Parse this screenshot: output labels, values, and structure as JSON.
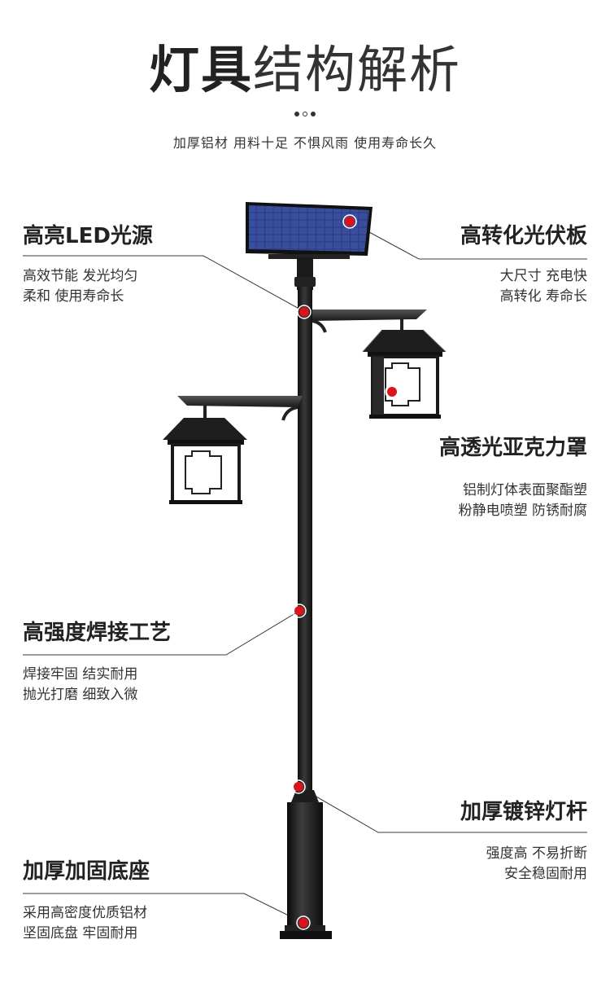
{
  "header": {
    "title_bold": "灯具",
    "title_light": "结构解析",
    "subtitle": "加厚铝材 用料十足 不惧风雨 使用寿命长久"
  },
  "features": {
    "led": {
      "title": "高亮LED光源",
      "line1": "高效节能 发光均匀",
      "line2": "柔和 使用寿命长"
    },
    "solar": {
      "title": "高转化光伏板",
      "line1": "大尺寸 充电快",
      "line2": "高转化 寿命长"
    },
    "acrylic": {
      "title": "高透光亚克力罩",
      "line1": "铝制灯体表面聚酯塑",
      "line2": "粉静电喷塑 防锈耐腐"
    },
    "welding": {
      "title": "高强度焊接工艺",
      "line1": "焊接牢固 结实耐用",
      "line2": "抛光打磨 细致入微"
    },
    "pole": {
      "title": "加厚镀锌灯杆",
      "line1": "强度高 不易折断",
      "line2": "安全稳固耐用"
    },
    "base": {
      "title": "加厚加固底座",
      "line1": "采用高密度优质铝材",
      "line2": "坚固底盘 牢固耐用"
    }
  },
  "colors": {
    "accent": "#d9141a",
    "pole": "#1c1c1c",
    "panel": "#2a3a7a",
    "line": "#333333"
  }
}
